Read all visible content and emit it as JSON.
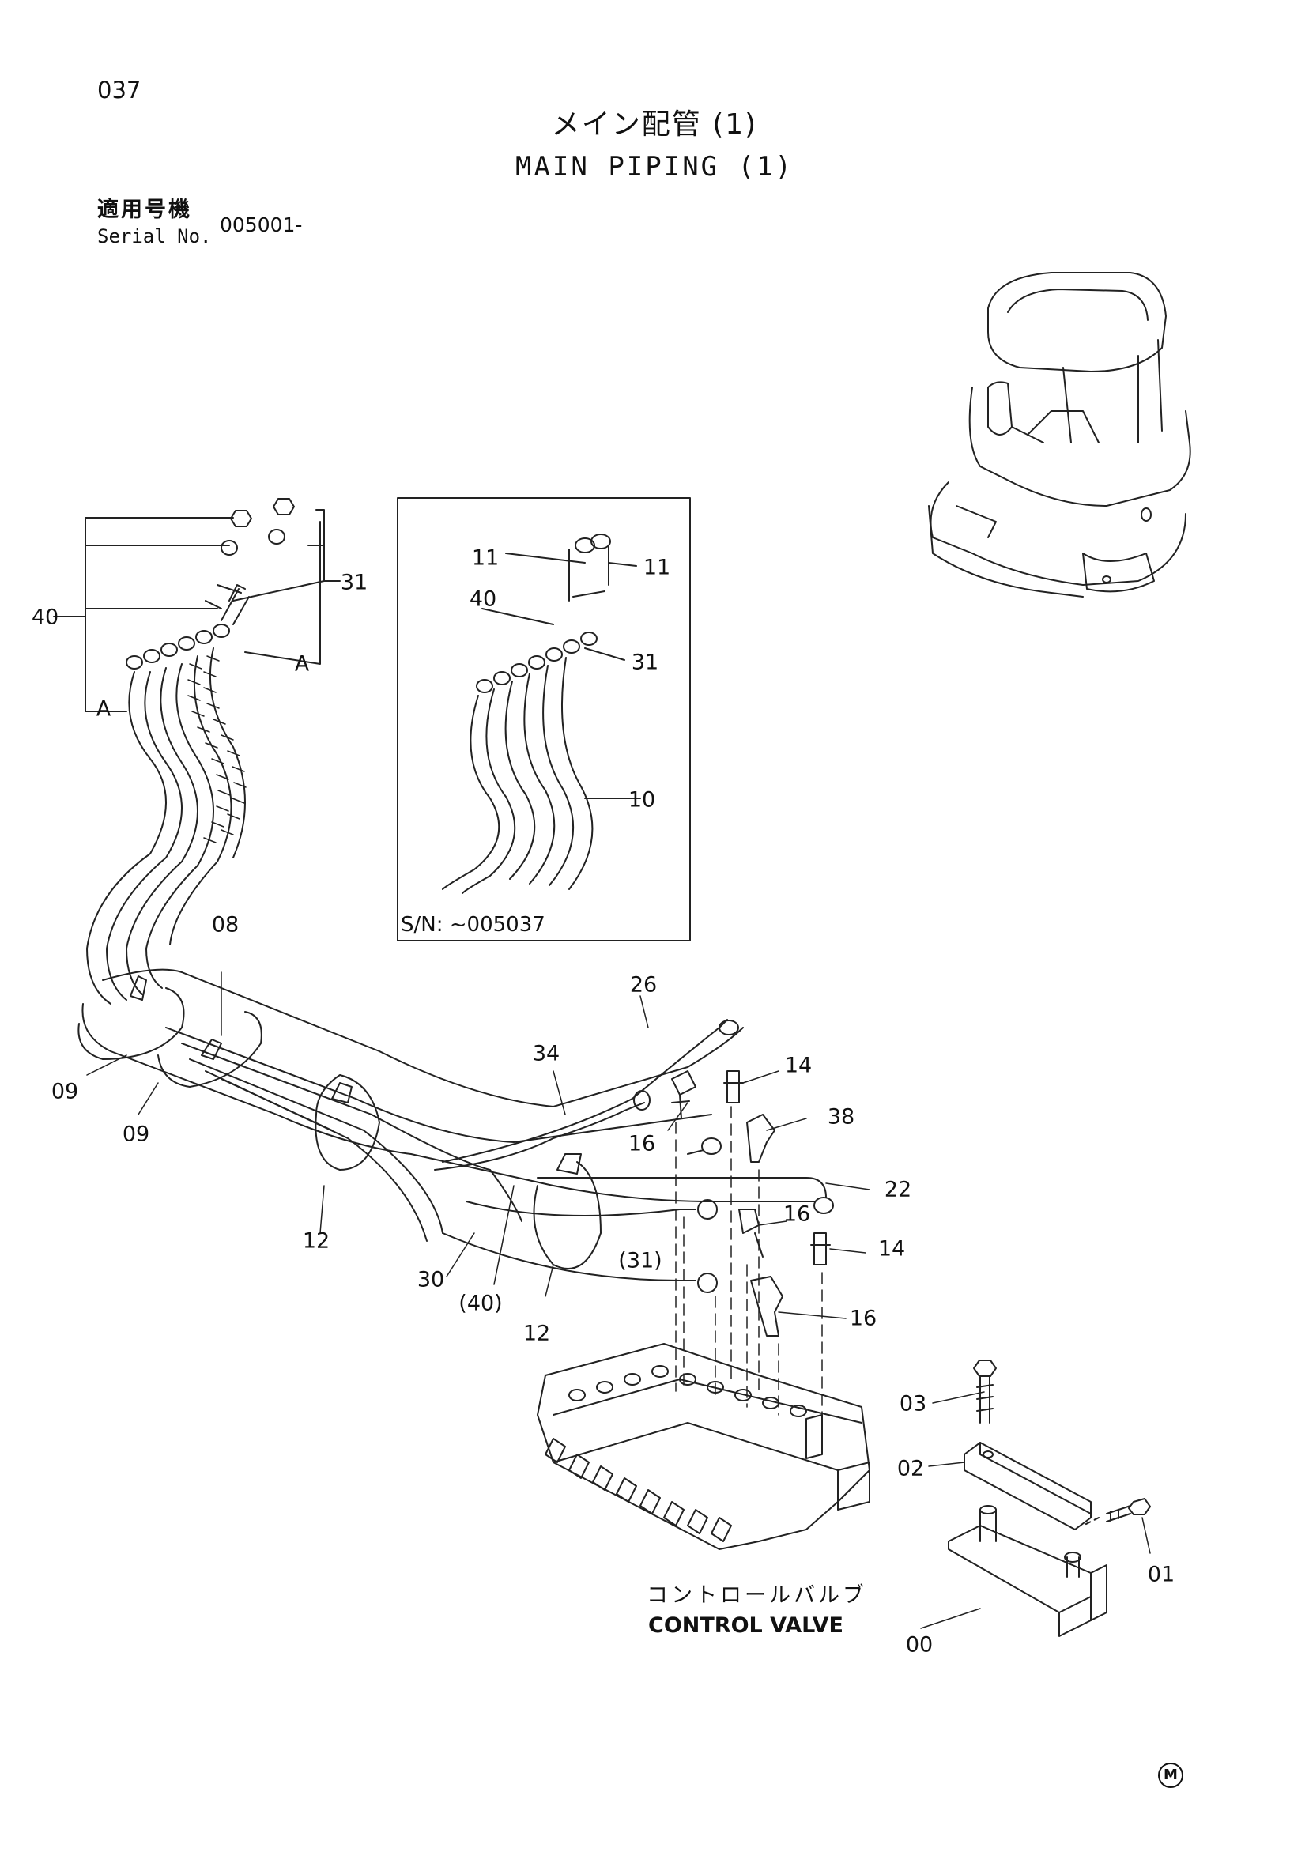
{
  "page": {
    "number": "037",
    "title_jp": "メイン配管 (1)",
    "title_en": "MAIN PIPING (1)",
    "serial_label_jp": "適用号機",
    "serial_label_en": "Serial No.",
    "serial_value": "005001-",
    "circle_mark": "M"
  },
  "inset": {
    "serial_note": "S/N: ~005037"
  },
  "component_label": {
    "jp": "コントロールバルブ",
    "en": "CONTROL VALVE"
  },
  "callouts": [
    {
      "id": "c40",
      "text": "40"
    },
    {
      "id": "c31",
      "text": "31"
    },
    {
      "id": "cA1",
      "text": "A"
    },
    {
      "id": "cA2",
      "text": "A"
    },
    {
      "id": "i11a",
      "text": "11"
    },
    {
      "id": "i11b",
      "text": "11"
    },
    {
      "id": "i40",
      "text": "40"
    },
    {
      "id": "i31",
      "text": "31"
    },
    {
      "id": "i10",
      "text": "10"
    },
    {
      "id": "c08",
      "text": "08"
    },
    {
      "id": "c09a",
      "text": "09"
    },
    {
      "id": "c09b",
      "text": "09"
    },
    {
      "id": "c12a",
      "text": "12"
    },
    {
      "id": "c12b",
      "text": "12"
    },
    {
      "id": "c30",
      "text": "30"
    },
    {
      "id": "c40p",
      "text": "(40)"
    },
    {
      "id": "c31p",
      "text": "(31)"
    },
    {
      "id": "c26",
      "text": "26"
    },
    {
      "id": "c34",
      "text": "34"
    },
    {
      "id": "c14a",
      "text": "14"
    },
    {
      "id": "c16a",
      "text": "16"
    },
    {
      "id": "c38",
      "text": "38"
    },
    {
      "id": "c22",
      "text": "22"
    },
    {
      "id": "c16b",
      "text": "16"
    },
    {
      "id": "c14b",
      "text": "14"
    },
    {
      "id": "c16c",
      "text": "16"
    },
    {
      "id": "c03",
      "text": "03"
    },
    {
      "id": "c02",
      "text": "02"
    },
    {
      "id": "c01",
      "text": "01"
    },
    {
      "id": "c00",
      "text": "00"
    }
  ]
}
